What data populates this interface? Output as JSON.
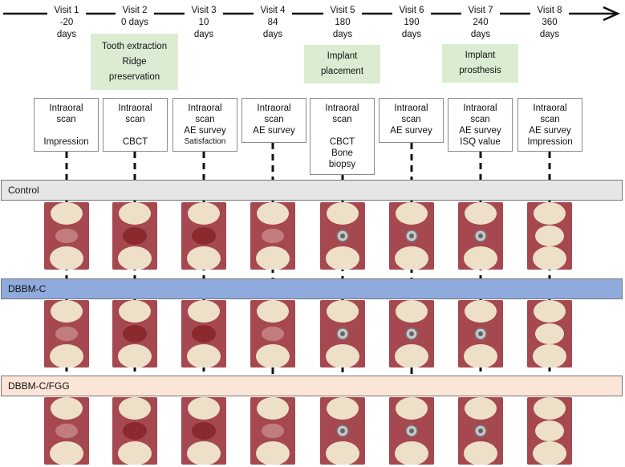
{
  "visits": [
    {
      "label": "Visit 1",
      "time": "-20",
      "unit": "days"
    },
    {
      "label": "Visit 2",
      "time": "0 days",
      "unit": ""
    },
    {
      "label": "Visit 3",
      "time": "10",
      "unit": "days"
    },
    {
      "label": "Visit 4",
      "time": "84",
      "unit": "days"
    },
    {
      "label": "Visit 5",
      "time": "180",
      "unit": "days"
    },
    {
      "label": "Visit 6",
      "time": "190",
      "unit": "days"
    },
    {
      "label": "Visit 7",
      "time": "240",
      "unit": "days"
    },
    {
      "label": "Visit 8",
      "time": "360",
      "unit": "days"
    }
  ],
  "events": [
    {
      "lines": [
        "Tooth extraction",
        "Ridge",
        "preservation"
      ]
    },
    {
      "lines": [
        "Implant",
        "placement"
      ]
    },
    {
      "lines": [
        "Implant",
        "prosthesis"
      ]
    }
  ],
  "procedures": [
    [
      "Intraoral",
      "scan",
      "",
      "Impression"
    ],
    [
      "Intraoral",
      "scan",
      "",
      "CBCT"
    ],
    [
      "Intraoral",
      "scan",
      "AE survey",
      "Satisfaction"
    ],
    [
      "Intraoral",
      "scan",
      "AE survey"
    ],
    [
      "Intraoral",
      "scan",
      "",
      "CBCT",
      "Bone",
      "biopsy"
    ],
    [
      "Intraoral",
      "scan",
      "AE survey"
    ],
    [
      "Intraoral",
      "scan",
      "AE survey",
      "ISQ value"
    ],
    [
      "Intraoral",
      "scan",
      "AE survey",
      "Impression"
    ]
  ],
  "groups": [
    {
      "name": "Control",
      "color": "#e6e6e6"
    },
    {
      "name": "DBBM-C",
      "color": "#8faadc"
    },
    {
      "name": "DBBM-C/FGG",
      "color": "#fbe5d6"
    }
  ],
  "colors": {
    "event_fill": "#dbecd3",
    "box_border": "#8a8a8a",
    "gum": "#b5525a",
    "tooth": "#eee0c8"
  }
}
